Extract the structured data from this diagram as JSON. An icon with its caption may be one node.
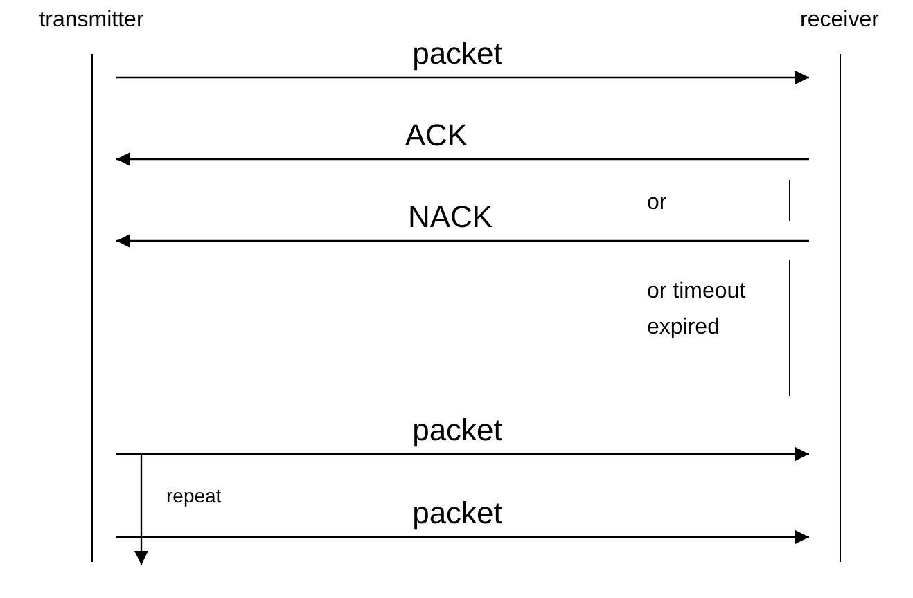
{
  "diagram": {
    "nodes": [
      {
        "text": [
          "transmitter"
        ]
      },
      {
        "text": [
          "receiver"
        ]
      }
    ],
    "edges": [
      {
        "from": 0,
        "to": 1,
        "arrow": "to",
        "label": "packet"
      },
      {
        "from": 1,
        "to": 0,
        "arrow": "to",
        "label": "ACK"
      },
      {
        "from": 1,
        "to": 0,
        "arrow": "to",
        "label": "NACK"
      },
      {
        "from": 0,
        "to": 1,
        "arrow": "to",
        "label": "packet"
      },
      {
        "from": 0,
        "to": 1,
        "arrow": "to",
        "label": "packet"
      }
    ],
    "labels": [
      "or",
      "or timeout expired",
      "repeat"
    ]
  }
}
